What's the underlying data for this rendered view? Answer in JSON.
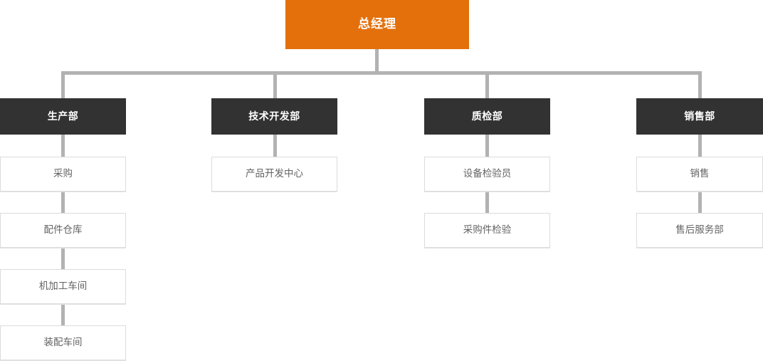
{
  "chart_data": {
    "type": "diagram",
    "diagram_type": "organizational-chart",
    "title": "",
    "orientation": "top-down",
    "colors": {
      "root_fill": "#e4700c",
      "root_text": "#ffffff",
      "department_fill": "#323232",
      "department_text": "#ffffff",
      "sub_fill": "#ffffff",
      "sub_text": "#636363",
      "sub_border": "#dcdcdc",
      "connector": "#b2b2b2",
      "background": "#ffffff"
    },
    "nodes": [
      {
        "id": "root",
        "label": "总经理",
        "level": 0,
        "type": "root",
        "children": [
          "dept-1",
          "dept-2",
          "dept-3",
          "dept-4"
        ]
      },
      {
        "id": "dept-1",
        "label": "生产部",
        "level": 1,
        "type": "department",
        "column": 1,
        "children": [
          "sub-1-1",
          "sub-1-2",
          "sub-1-3",
          "sub-1-4"
        ]
      },
      {
        "id": "dept-2",
        "label": "技术开发部",
        "level": 1,
        "type": "department",
        "column": 2,
        "children": [
          "sub-2-1"
        ]
      },
      {
        "id": "dept-3",
        "label": "质检部",
        "level": 1,
        "type": "department",
        "column": 3,
        "children": [
          "sub-3-1",
          "sub-3-2"
        ]
      },
      {
        "id": "dept-4",
        "label": "销售部",
        "level": 1,
        "type": "department",
        "column": 4,
        "children": [
          "sub-4-1",
          "sub-4-2"
        ]
      },
      {
        "id": "sub-1-1",
        "label": "采购",
        "level": 2,
        "type": "sub",
        "column": 1,
        "row": 1
      },
      {
        "id": "sub-1-2",
        "label": "配件仓库",
        "level": 2,
        "type": "sub",
        "column": 1,
        "row": 2
      },
      {
        "id": "sub-1-3",
        "label": "机加工车间",
        "level": 2,
        "type": "sub",
        "column": 1,
        "row": 3
      },
      {
        "id": "sub-1-4",
        "label": "装配车间",
        "level": 2,
        "type": "sub",
        "column": 1,
        "row": 4
      },
      {
        "id": "sub-2-1",
        "label": "产品开发中心",
        "level": 2,
        "type": "sub",
        "column": 2,
        "row": 1
      },
      {
        "id": "sub-3-1",
        "label": "设备检验员",
        "level": 2,
        "type": "sub",
        "column": 3,
        "row": 1
      },
      {
        "id": "sub-3-2",
        "label": "采购件检验",
        "level": 2,
        "type": "sub",
        "column": 3,
        "row": 2
      },
      {
        "id": "sub-4-1",
        "label": "销售",
        "level": 2,
        "type": "sub",
        "column": 4,
        "row": 1
      },
      {
        "id": "sub-4-2",
        "label": "售后服务部",
        "level": 2,
        "type": "sub",
        "column": 4,
        "row": 2
      }
    ]
  },
  "chart": {
    "root": {
      "label": "总经理"
    },
    "departments": [
      {
        "label": "生产部",
        "children": [
          {
            "label": "采购"
          },
          {
            "label": "配件仓库"
          },
          {
            "label": "机加工车间"
          },
          {
            "label": "装配车间"
          }
        ]
      },
      {
        "label": "技术开发部",
        "children": [
          {
            "label": "产品开发中心"
          }
        ]
      },
      {
        "label": "质检部",
        "children": [
          {
            "label": "设备检验员"
          },
          {
            "label": "采购件检验"
          }
        ]
      },
      {
        "label": "销售部",
        "children": [
          {
            "label": "销售"
          },
          {
            "label": "售后服务部"
          }
        ]
      }
    ]
  }
}
